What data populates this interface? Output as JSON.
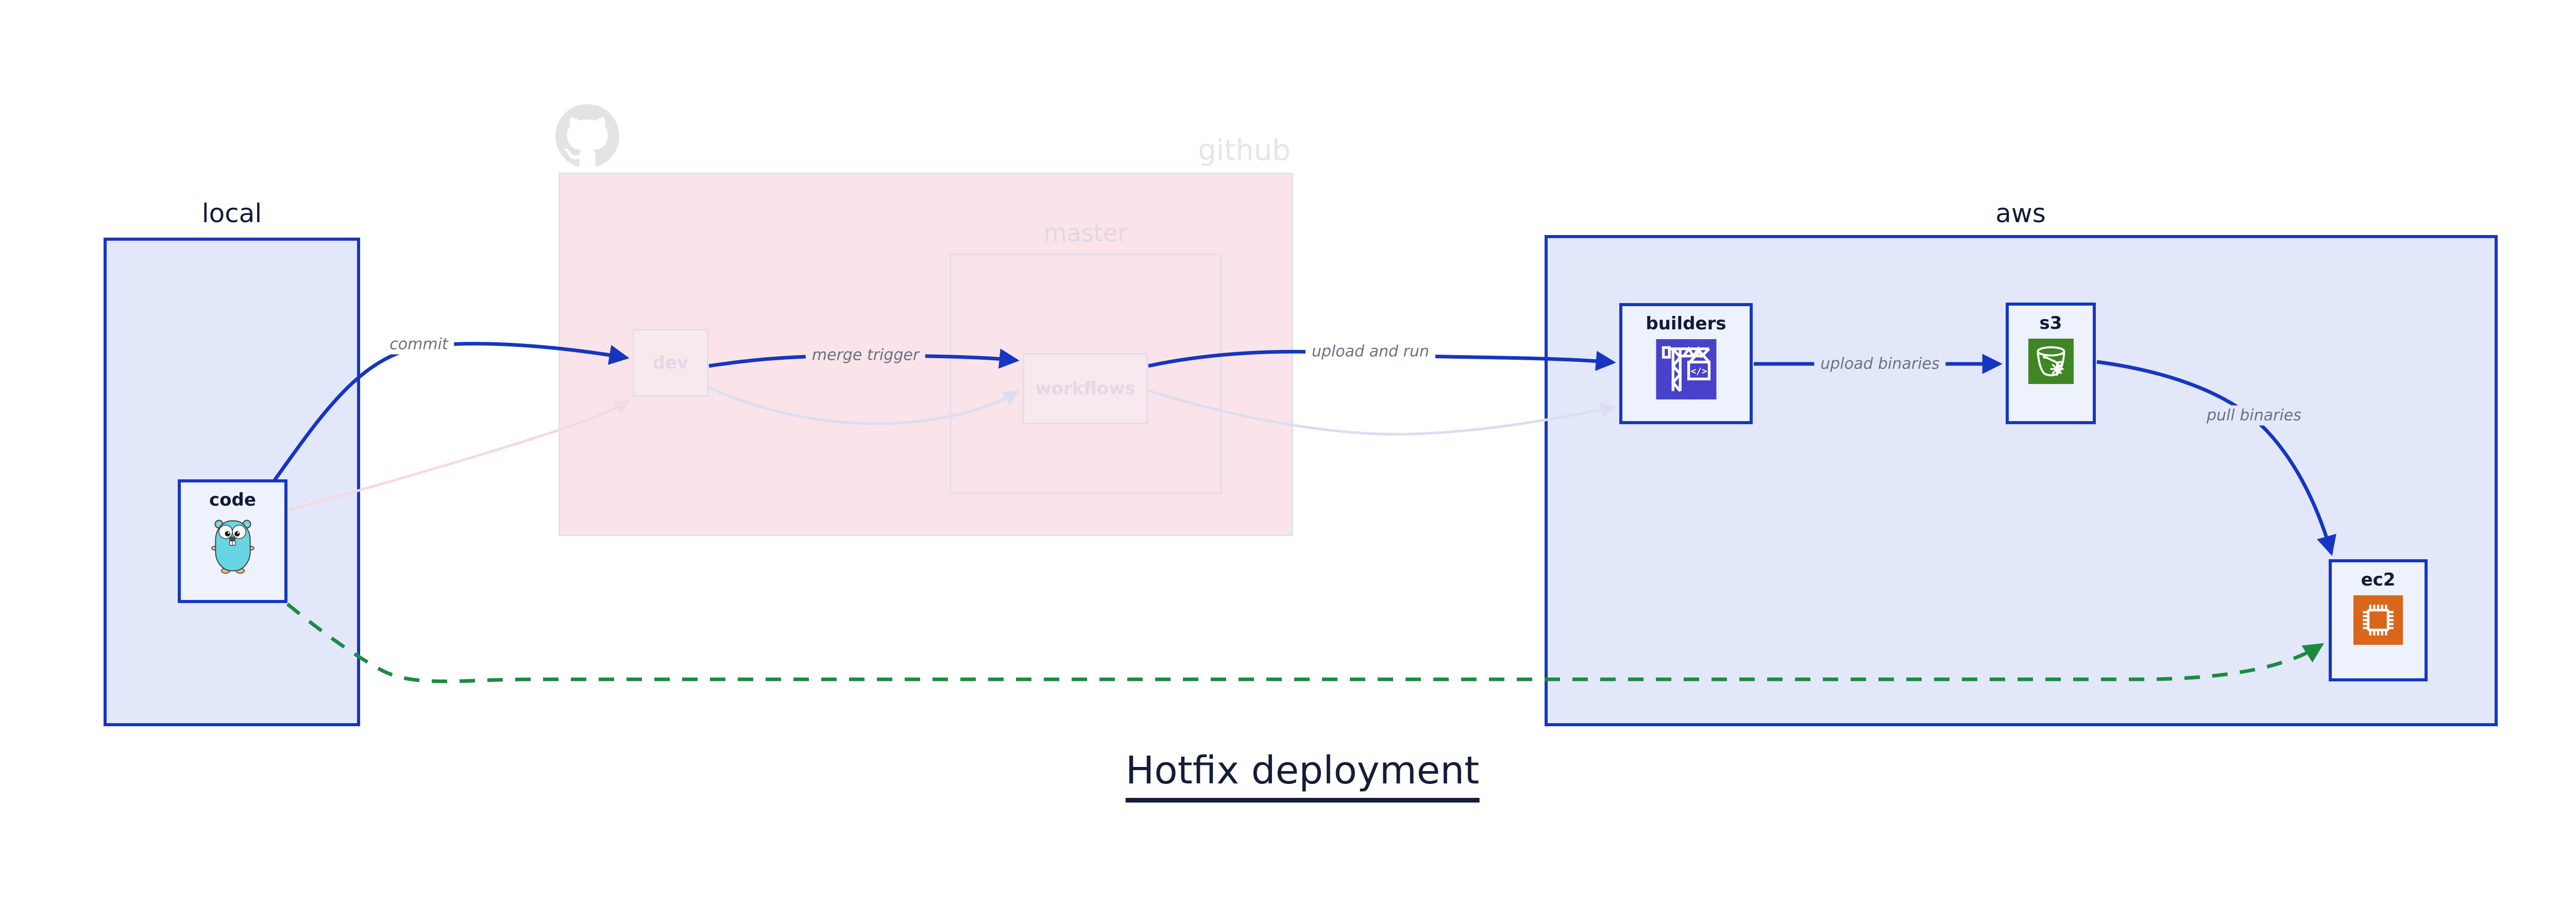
{
  "title": "Hotfix deployment",
  "groups": {
    "local": {
      "label": "local"
    },
    "github": {
      "label": "github"
    },
    "master": {
      "label": "master"
    },
    "aws": {
      "label": "aws"
    }
  },
  "nodes": {
    "code": {
      "label": "code",
      "icon": "go-gopher-icon"
    },
    "dev": {
      "label": "dev"
    },
    "workflows": {
      "label": "workflows"
    },
    "builders": {
      "label": "builders",
      "icon": "codebuild-crane-icon"
    },
    "s3": {
      "label": "s3",
      "icon": "s3-bucket-icon"
    },
    "ec2": {
      "label": "ec2",
      "icon": "ec2-chip-icon"
    }
  },
  "edges": {
    "commit": {
      "label": "commit",
      "style": "solid-blue"
    },
    "merge_trigger": {
      "label": "merge trigger",
      "style": "solid-blue"
    },
    "upload_and_run": {
      "label": "upload and run",
      "style": "solid-blue"
    },
    "upload_binaries": {
      "label": "upload binaries",
      "style": "solid-blue"
    },
    "pull_binaries": {
      "label": "pull binaries",
      "style": "solid-blue"
    },
    "hotfix_direct": {
      "label": "",
      "style": "dashed-green"
    },
    "code_to_dev_faded": {
      "label": "",
      "style": "faded-pink"
    },
    "dev_to_workflows_faded": {
      "label": "",
      "style": "faded-lavender"
    },
    "workflows_to_builders_faded": {
      "label": "",
      "style": "faded-lavender"
    }
  },
  "icons": {
    "builders_glyph": "</>"
  },
  "colors": {
    "accent_blue": "#1636c1",
    "hotfix_green": "#1d8a42",
    "github_pink_fill": "#fae4e9",
    "cloud_blue_fill": "#e2e8fa",
    "node_fill": "#eef2fd",
    "faded_border": "#e0ddf0",
    "edge_label_gray": "#6a7280",
    "dark_text": "#121a38",
    "watermark_gray": "#e6e6e9",
    "codebuild_indigo": "#4742c9",
    "s3_green": "#3f8624",
    "ec2_orange": "#d9661a",
    "gopher_teal": "#68d5e3"
  }
}
